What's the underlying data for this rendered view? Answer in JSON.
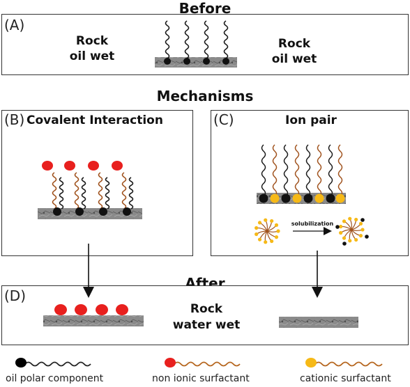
{
  "sections": {
    "before": "Before",
    "mechanisms": "Mechanisms",
    "after": "After"
  },
  "panels": {
    "a": {
      "letter": "(A)",
      "left_label": "Rock\noil wet",
      "right_label": "Rock\noil wet"
    },
    "b": {
      "letter": "(B)",
      "title": "Covalent Interaction"
    },
    "c": {
      "letter": "(C)",
      "title": "Ion pair",
      "arrow_label": "solubilization"
    },
    "d": {
      "letter": "(D)",
      "label": "Rock\nwater wet"
    }
  },
  "legend": [
    {
      "label": "oil polar component",
      "head_color": "#000000",
      "tail_color": "#222222"
    },
    {
      "label": "non ionic surfactant",
      "head_color": "#e8201e",
      "tail_color": "#b5651d"
    },
    {
      "label": "cationic surfactant",
      "head_color": "#f6b917",
      "tail_color": "#b5651d"
    }
  ],
  "colors": {
    "oil_head": "#111111",
    "oil_tail": "#1a1a1a",
    "surfactant_tail": "#a0521d",
    "nonionic_head": "#e8201e",
    "cationic_head": "#f6b917",
    "rock": "#7d7d7d"
  }
}
